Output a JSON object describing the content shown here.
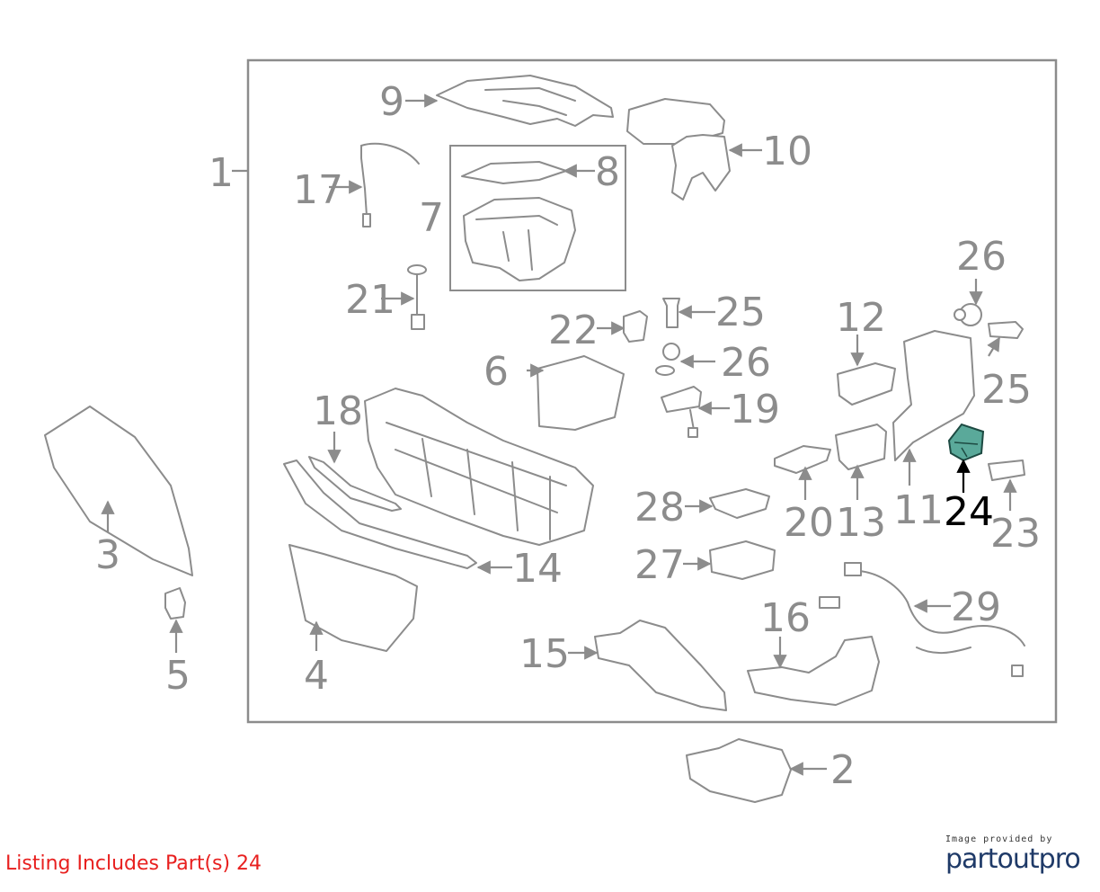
{
  "diagram": {
    "highlight_color": "#5aa99a",
    "callouts": [
      {
        "id": "1",
        "label": "1"
      },
      {
        "id": "2",
        "label": "2"
      },
      {
        "id": "3",
        "label": "3"
      },
      {
        "id": "4",
        "label": "4"
      },
      {
        "id": "5",
        "label": "5"
      },
      {
        "id": "6",
        "label": "6"
      },
      {
        "id": "7",
        "label": "7"
      },
      {
        "id": "8",
        "label": "8"
      },
      {
        "id": "9",
        "label": "9"
      },
      {
        "id": "10",
        "label": "10"
      },
      {
        "id": "11",
        "label": "11"
      },
      {
        "id": "12",
        "label": "12"
      },
      {
        "id": "13",
        "label": "13"
      },
      {
        "id": "14",
        "label": "14"
      },
      {
        "id": "15",
        "label": "15"
      },
      {
        "id": "16",
        "label": "16"
      },
      {
        "id": "17",
        "label": "17"
      },
      {
        "id": "18",
        "label": "18"
      },
      {
        "id": "19",
        "label": "19"
      },
      {
        "id": "20",
        "label": "20"
      },
      {
        "id": "21",
        "label": "21"
      },
      {
        "id": "22",
        "label": "22"
      },
      {
        "id": "23",
        "label": "23"
      },
      {
        "id": "24",
        "label": "24",
        "highlighted": true
      },
      {
        "id": "25a",
        "label": "25"
      },
      {
        "id": "25b",
        "label": "25"
      },
      {
        "id": "26a",
        "label": "26"
      },
      {
        "id": "26b",
        "label": "26"
      },
      {
        "id": "27",
        "label": "27"
      },
      {
        "id": "28",
        "label": "28"
      },
      {
        "id": "29",
        "label": "29"
      }
    ]
  },
  "listing_note": "Listing Includes Part(s) 24",
  "credit": {
    "caption": "Image provided by",
    "brand": "partoutpro"
  }
}
